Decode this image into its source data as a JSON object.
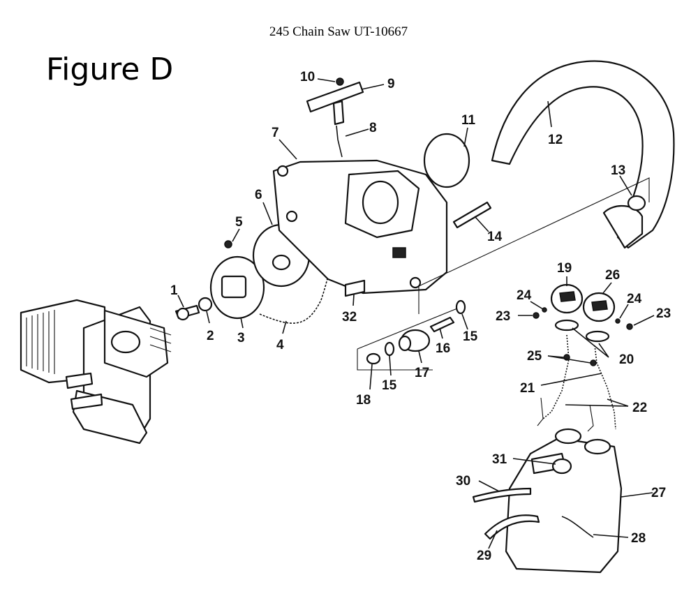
{
  "title": "245 Chain Saw UT-10667",
  "figure_label": "Figure D",
  "callouts": [
    {
      "id": "1",
      "label": "1"
    },
    {
      "id": "2",
      "label": "2"
    },
    {
      "id": "3",
      "label": "3"
    },
    {
      "id": "4",
      "label": "4"
    },
    {
      "id": "5",
      "label": "5"
    },
    {
      "id": "6",
      "label": "6"
    },
    {
      "id": "7",
      "label": "7"
    },
    {
      "id": "8",
      "label": "8"
    },
    {
      "id": "9",
      "label": "9"
    },
    {
      "id": "10",
      "label": "10"
    },
    {
      "id": "11",
      "label": "11"
    },
    {
      "id": "12",
      "label": "12"
    },
    {
      "id": "13",
      "label": "13"
    },
    {
      "id": "14",
      "label": "14"
    },
    {
      "id": "15a",
      "label": "15"
    },
    {
      "id": "15b",
      "label": "15"
    },
    {
      "id": "16",
      "label": "16"
    },
    {
      "id": "17",
      "label": "17"
    },
    {
      "id": "18",
      "label": "18"
    },
    {
      "id": "19",
      "label": "19"
    },
    {
      "id": "20",
      "label": "20"
    },
    {
      "id": "21",
      "label": "21"
    },
    {
      "id": "22",
      "label": "22"
    },
    {
      "id": "23a",
      "label": "23"
    },
    {
      "id": "23b",
      "label": "23"
    },
    {
      "id": "24a",
      "label": "24"
    },
    {
      "id": "24b",
      "label": "24"
    },
    {
      "id": "25",
      "label": "25"
    },
    {
      "id": "26",
      "label": "26"
    },
    {
      "id": "27",
      "label": "27"
    },
    {
      "id": "28",
      "label": "28"
    },
    {
      "id": "29",
      "label": "29"
    },
    {
      "id": "30",
      "label": "30"
    },
    {
      "id": "31",
      "label": "31"
    },
    {
      "id": "32",
      "label": "32"
    }
  ]
}
